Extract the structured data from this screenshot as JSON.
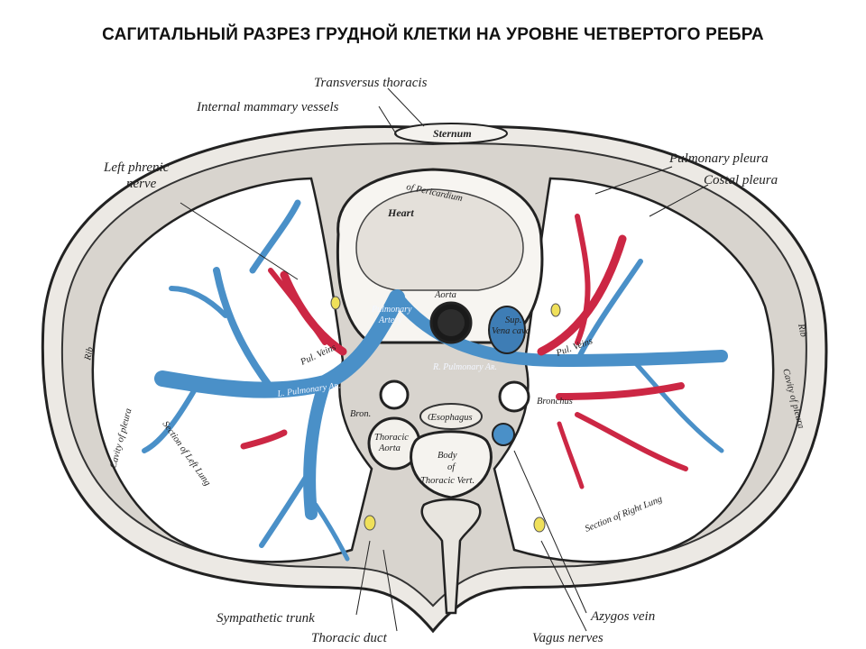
{
  "title": "САГИТАЛЬНЫЙ РАЗРЕЗ ГРУДНОЙ КЛЕТКИ НА УРОВНЕ  ЧЕТВЕРТОГО РЕБРА",
  "colors": {
    "artery_blue": "#4a90c8",
    "vein_red": "#cc2744",
    "nerve_yellow": "#efe05a",
    "ink": "#222222"
  },
  "labels": {
    "transversus_thoracis": "Transversus thoracis",
    "internal_mammary_vessels": "Internal mammary vessels",
    "left_phrenic_nerve": "Left phrenic",
    "left_phrenic_nerve_2": "nerve",
    "pulmonary_pleura": "Pulmonary pleura",
    "costal_pleura": "Costal pleura",
    "sternum": "Sternum",
    "heart": "Heart",
    "pericardium": "of Pericardium",
    "aorta": "Aorta",
    "pulmonary_artery": "Pulmonary",
    "pulmonary_artery_2": "Artery",
    "sup_vena_cava": "Sup.",
    "sup_vena_cava_2": "Vena cava",
    "l_pulmonary_a": "L. Pulmonary Aʀ.",
    "r_pulmonary_a": "R. Pulmonary Aʀ.",
    "pul_veins_left": "Pul. Veins",
    "pul_veins_right": "Pul. Veins",
    "bronchus_left": "Bron.",
    "bronchus_right": "Bronchus",
    "oesophagus": "Œsophagus",
    "thoracic_aorta": "Thoracic",
    "thoracic_aorta_2": "Aorta",
    "body_vert": "Body",
    "body_vert_2": "of",
    "body_vert_3": "Thoracic Vert.",
    "rib_left": "Rib",
    "rib_right": "Rib",
    "cavity_pleura_left": "Cavity of pleura",
    "cavity_pleura_right": "Cavity of pleura",
    "section_left_lung": "Section of Left Lung",
    "section_right_lung": "Section of Right Lung",
    "sympathetic_trunk": "Sympathetic trunk",
    "thoracic_duct": "Thoracic duct",
    "azygos_vein": "Azygos vein",
    "vagus_nerves": "Vagus nerves"
  }
}
